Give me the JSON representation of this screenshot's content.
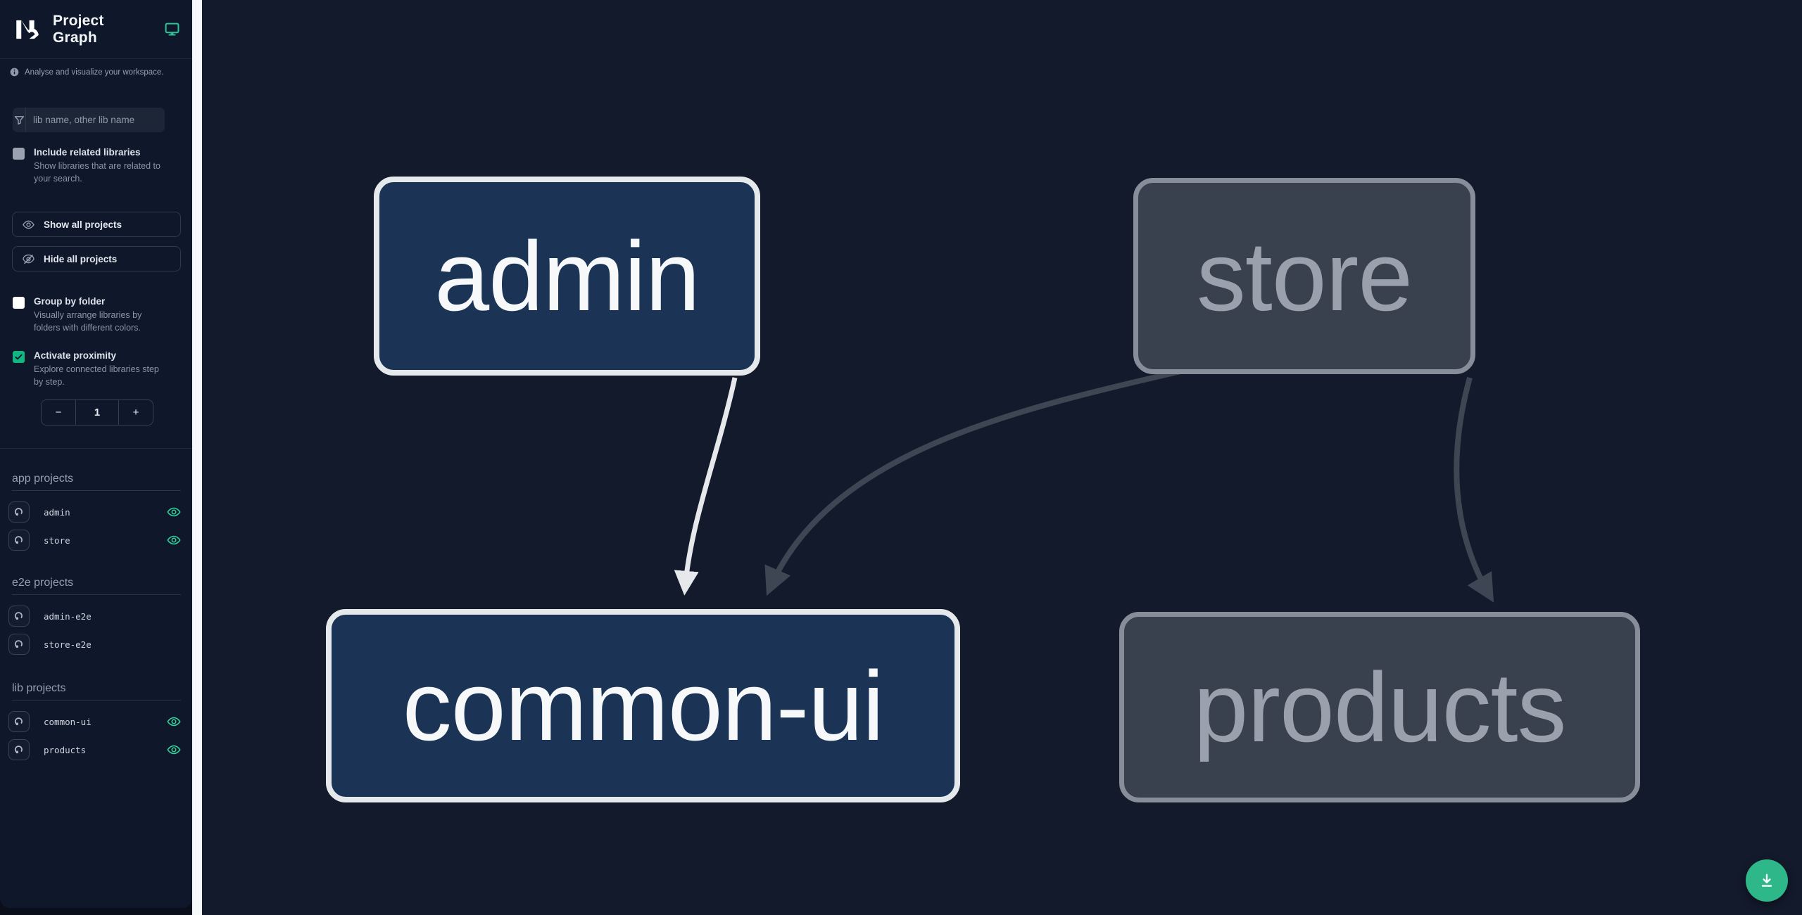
{
  "sidebar": {
    "title": "Project Graph",
    "tagline": "Analyse and visualize your workspace.",
    "search": {
      "placeholder": "lib name, other lib name"
    },
    "include_related": {
      "label": "Include related libraries",
      "description": "Show libraries that are related to your search.",
      "checked": false
    },
    "buttons": {
      "show_all": "Show all projects",
      "hide_all": "Hide all projects"
    },
    "group_by_folder": {
      "label": "Group by folder",
      "description": "Visually arrange libraries by folders with different colors.",
      "checked": false
    },
    "activate_proximity": {
      "label": "Activate proximity",
      "description": "Explore connected libraries step by step.",
      "checked": true
    },
    "stepper": {
      "decrement": "−",
      "value": "1",
      "increment": "+"
    },
    "sections": [
      {
        "heading": "app projects",
        "items": [
          {
            "name": "admin",
            "visible": true
          },
          {
            "name": "store",
            "visible": true
          }
        ]
      },
      {
        "heading": "e2e projects",
        "items": [
          {
            "name": "admin-e2e",
            "visible": false
          },
          {
            "name": "store-e2e",
            "visible": false
          }
        ]
      },
      {
        "heading": "lib projects",
        "items": [
          {
            "name": "common-ui",
            "visible": true
          },
          {
            "name": "products",
            "visible": true
          }
        ]
      }
    ]
  },
  "graph": {
    "nodes": [
      {
        "id": "admin",
        "label": "admin",
        "state": "focused"
      },
      {
        "id": "store",
        "label": "store",
        "state": "dimmed"
      },
      {
        "id": "common-ui",
        "label": "common-ui",
        "state": "focused"
      },
      {
        "id": "products",
        "label": "products",
        "state": "dimmed"
      }
    ],
    "edges": [
      {
        "from": "admin",
        "to": "common-ui",
        "state": "highlighted"
      },
      {
        "from": "store",
        "to": "common-ui",
        "state": "dimmed"
      },
      {
        "from": "store",
        "to": "products",
        "state": "dimmed"
      }
    ]
  },
  "icons": {
    "brand": "nx-logo",
    "header_action": "monitor-icon",
    "tagline": "info-icon",
    "search": "funnel-icon",
    "show_all": "eye-icon",
    "hide_all": "eye-off-icon",
    "project_visibility": "eye-icon",
    "fab": "download-icon"
  },
  "colors": {
    "accent_teal": "#2eb88a",
    "eye_green": "#34d399",
    "checkbox_checked": "#10b981",
    "node_focused_fill": "#1b3455",
    "node_focused_border": "#e6e9ec",
    "node_dimmed_fill": "#3a414e",
    "node_dimmed_border": "#878e99",
    "edge_highlighted": "#e6e8ec",
    "edge_dimmed": "#3e4553",
    "canvas_bg": "#131a2c",
    "sidebar_bg": "#0f172a"
  }
}
